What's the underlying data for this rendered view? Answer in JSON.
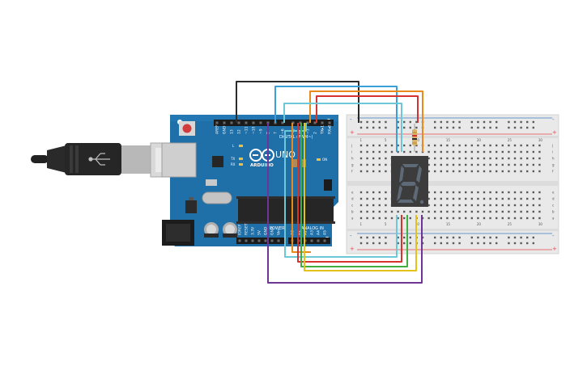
{
  "colors": {
    "board": "#1f6fa8",
    "board_dark": "#16567f",
    "breadboard": "#e8e8e8",
    "rail_red": "#e0474c",
    "rail_blue": "#3a78c2",
    "wire_black": "#2b2b2b",
    "wire_blue": "#3aa0d8",
    "wire_orange": "#e98a1c",
    "wire_red": "#d6332e",
    "wire_cyan": "#6cc8d6",
    "wire_green": "#3fae3c",
    "wire_yellow": "#e3c21a",
    "wire_purple": "#6d3596",
    "display_body": "#3c3c3c",
    "display_segment": "#5e6a78"
  },
  "arduino": {
    "logo_text": "ARDUINO",
    "model_text": "UNO",
    "digital_header_text": "DIGITAL (PWM~)",
    "power_header_text": "POWER",
    "analog_header_text": "ANALOG IN",
    "on_led_label": "ON",
    "l_led_label": "L",
    "tx_label": "TX",
    "rx_label": "RX",
    "digital_pins": [
      "AREF",
      "GND",
      "13",
      "12",
      "~11",
      "~10",
      "~9",
      "8",
      "7",
      "~6",
      "~5",
      "4",
      "~3",
      "2",
      "TX▸1",
      "RX◂0"
    ],
    "power_pins": [
      "IOREF",
      "RESET",
      "3.3V",
      "5V",
      "GND",
      "GND",
      "Vin"
    ],
    "analog_pins": [
      "A0",
      "A1",
      "A2",
      "A3",
      "A4",
      "A5"
    ]
  },
  "breadboard": {
    "rows_top": [
      "j",
      "i",
      "h",
      "g",
      "f"
    ],
    "rows_bottom": [
      "e",
      "d",
      "c",
      "b",
      "a"
    ],
    "rail_plus": "+",
    "rail_minus": "-",
    "column_numbers": [
      "1",
      "5",
      "10",
      "15",
      "20",
      "25",
      "30"
    ]
  },
  "components": {
    "seven_segment": {
      "digit_shown": "8",
      "decimal_point": true
    },
    "resistor": {
      "bands": [
        "#c8a04a",
        "#d6332e",
        "#2b2b2b",
        "#c8a04a"
      ]
    },
    "usb_cable": {
      "icon": "usb-icon"
    }
  }
}
